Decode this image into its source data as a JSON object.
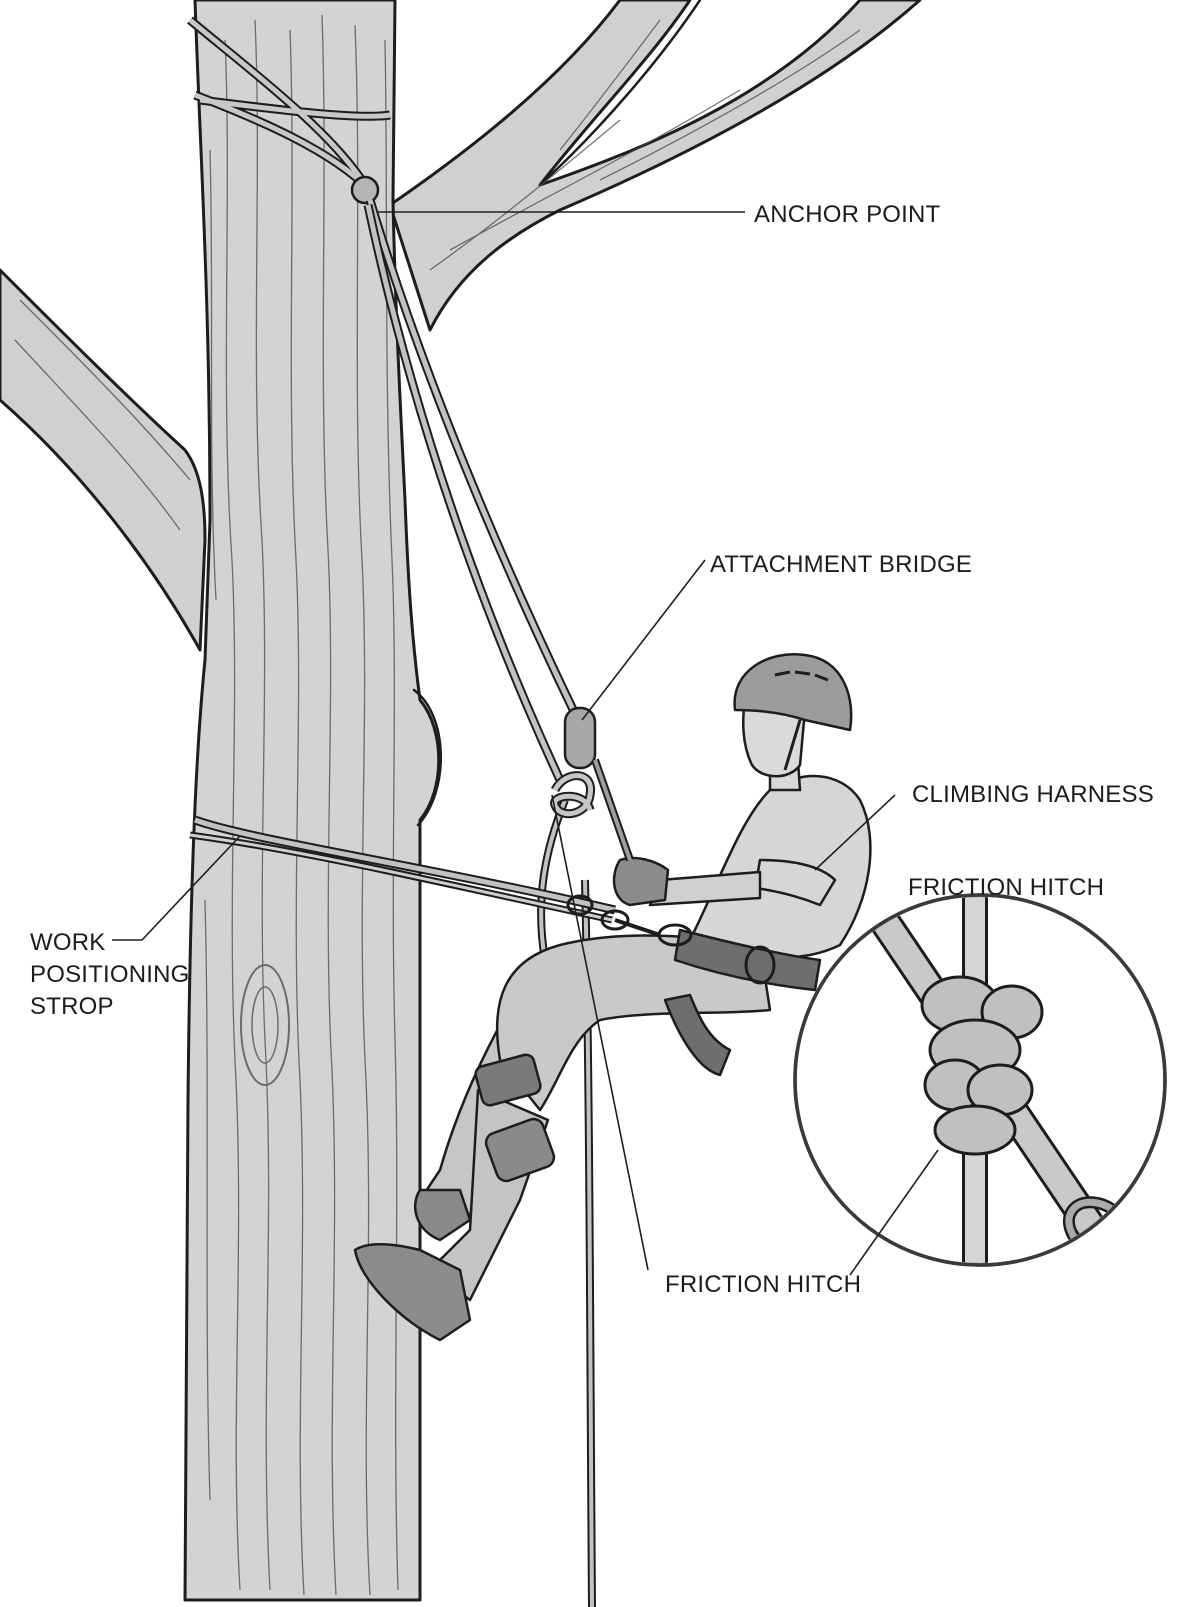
{
  "labels": {
    "anchor_point": "ANCHOR POINT",
    "attachment_bridge": "ATTACHMENT BRIDGE",
    "climbing_harness": "CLIMBING HARNESS",
    "friction_hitch_inset": "FRICTION HITCH",
    "work_positioning_strop": [
      "WORK",
      "POSITIONING",
      "STROP"
    ],
    "friction_hitch": "FRICTION HITCH"
  },
  "colors": {
    "ink": "#1d1d1d",
    "bark": "#d2d2d2",
    "rope": "#bdbdbd",
    "clothing": "#c4c4c4",
    "gear": "#6e6e6e",
    "background": "#ffffff"
  }
}
